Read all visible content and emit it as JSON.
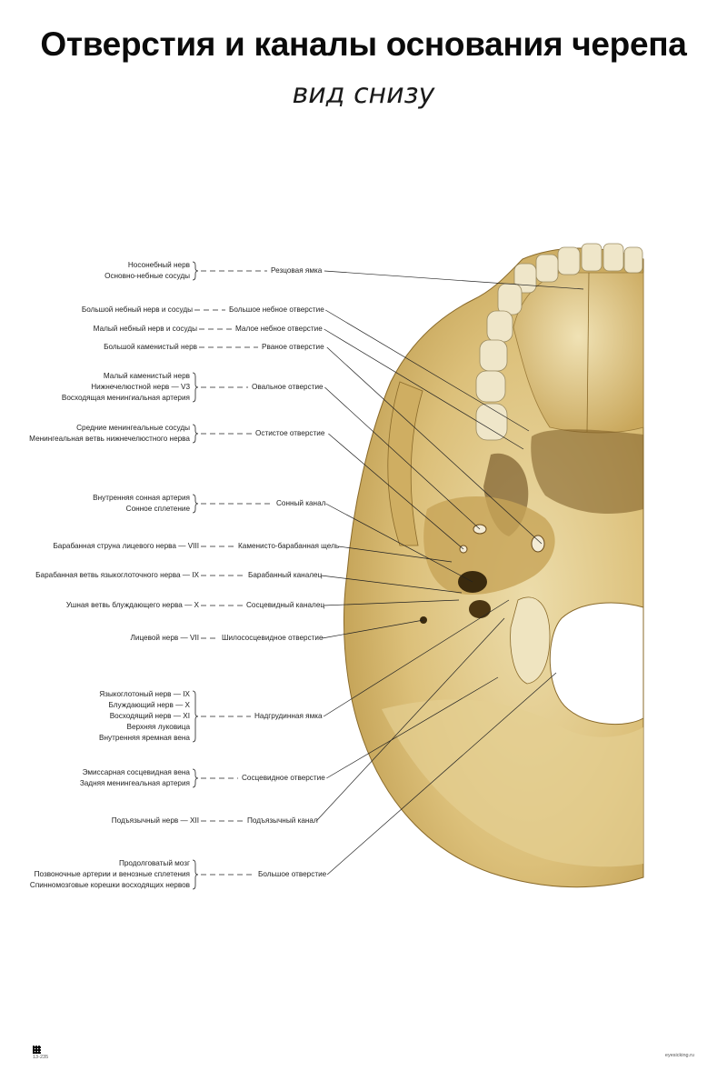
{
  "title": "Отверстия и каналы основания черепа",
  "subtitle": "вид снизу",
  "colors": {
    "bone": "#dcc07a",
    "bone_light": "#ecdcaa",
    "bone_dark": "#a88436",
    "shadow": "#5b4217",
    "teeth": "#efe6c9",
    "line": "#222222"
  },
  "structures": [
    {
      "id": "s1",
      "name": "Резцовая ямка",
      "group": [
        "Носонебный нерв",
        "Основно-небные сосуды"
      ]
    },
    {
      "id": "s2",
      "name": "Большое небное отверстие",
      "group": [
        "Большой небный нерв и сосуды"
      ]
    },
    {
      "id": "s3",
      "name": "Малое небное отверстие",
      "group": [
        "Малый небный нерв и сосуды"
      ]
    },
    {
      "id": "s4",
      "name": "Рваное отверстие",
      "group": [
        "Большой каменистый нерв"
      ]
    },
    {
      "id": "s5",
      "name": "Овальное отверстие",
      "group": [
        "Малый каменистый нерв",
        "Нижнечелюстной нерв — V3",
        "Восходящая менингиальная артерия"
      ]
    },
    {
      "id": "s6",
      "name": "Остистое отверстие",
      "group": [
        "Средние менингеальные сосуды",
        "Менингеальная ветвь нижнечелюстного нерва"
      ]
    },
    {
      "id": "s7",
      "name": "Сонный канал",
      "group": [
        "Внутренняя сонная артерия",
        "Сонное сплетение"
      ]
    },
    {
      "id": "s8",
      "name": "Каменисто-барабанная щель",
      "group": [
        "Барабанная струна лицевого нерва — VIII"
      ]
    },
    {
      "id": "s9",
      "name": "Барабанный каналец",
      "group": [
        "Барабанная ветвь языкоглоточного нерва — IX"
      ]
    },
    {
      "id": "s10",
      "name": "Сосцевидный каналец",
      "group": [
        "Ушная ветвь блуждающего нерва — X"
      ]
    },
    {
      "id": "s11",
      "name": "Шилососцевидное отверстие",
      "group": [
        "Лицевой нерв — VII"
      ]
    },
    {
      "id": "s12",
      "name": "Надгрудинная ямка",
      "group": [
        "Языкоглотоный нерв — IX",
        "Блуждающий нерв — X",
        "Восходящий нерв — XI",
        "Верхняя луковица",
        "Внутренняя яремная вена"
      ]
    },
    {
      "id": "s13",
      "name": "Сосцевидное отверстие",
      "group": [
        "Эмиссарная сосцевидная вена",
        "Задняя менингеальная артерия"
      ]
    },
    {
      "id": "s14",
      "name": "Подъязычный канал",
      "group": [
        "Подъязычный нерв — XII"
      ]
    },
    {
      "id": "s15",
      "name": "Большое отверстие",
      "group": [
        "Продолговатый мозг",
        "Позвоночные артерии и венозные сплетения",
        "Спинномозговые корешки восходящих нервов"
      ]
    }
  ],
  "footer": {
    "code": "13-235",
    "site": "eyesicking.ru"
  }
}
